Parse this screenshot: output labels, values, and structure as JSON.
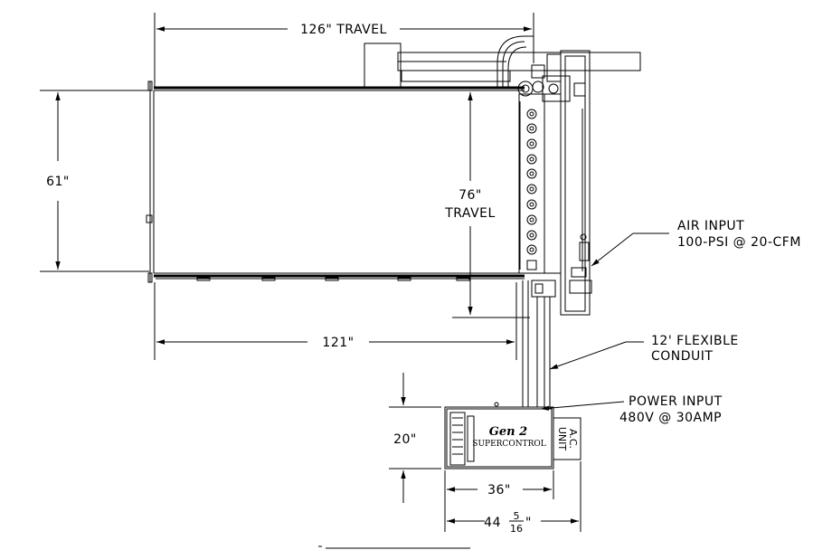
{
  "dimensions": {
    "x_travel": "126\" TRAVEL",
    "table_width": "61\"",
    "y_travel_value": "76\"",
    "y_travel_word": "TRAVEL",
    "bed_length": "121\"",
    "controller_height": "20\"",
    "controller_width": "36\"",
    "controller_total_whole": "44",
    "controller_total_num": "5",
    "controller_total_den": "16",
    "controller_total_suffix": "\""
  },
  "callouts": {
    "air_input_line1": "AIR INPUT",
    "air_input_line2": "100-PSI @ 20-CFM",
    "conduit_line1": "12' FLEXIBLE",
    "conduit_line2": "CONDUIT",
    "power_line1": "POWER INPUT",
    "power_line2": "480V @ 30AMP"
  },
  "controller": {
    "brand_line1": "Gen 2",
    "brand_line2": "SUPERCONTROL",
    "ac_unit_line1": "A.C.",
    "ac_unit_line2": "UNIT"
  }
}
